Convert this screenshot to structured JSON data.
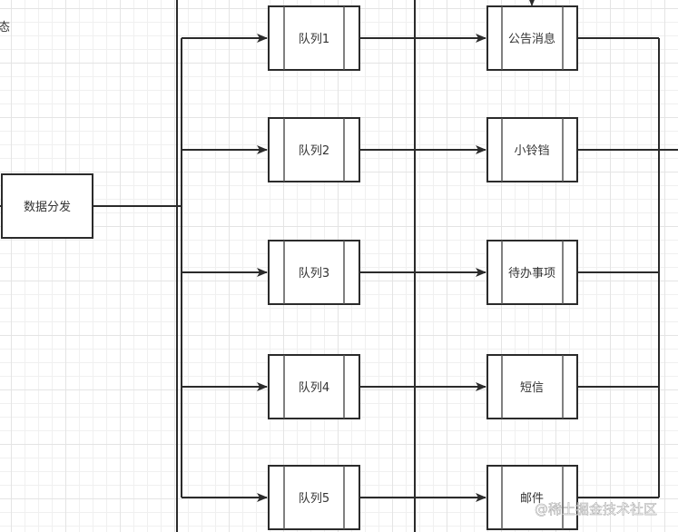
{
  "diagram": {
    "partial_label": "态",
    "dispatcher": {
      "label": "数据分发"
    },
    "queues": [
      {
        "label": "队列1"
      },
      {
        "label": "队列2"
      },
      {
        "label": "队列3"
      },
      {
        "label": "队列4"
      },
      {
        "label": "队列5"
      }
    ],
    "consumers": [
      {
        "label": "公告消息"
      },
      {
        "label": "小铃铛"
      },
      {
        "label": "待办事项"
      },
      {
        "label": "短信"
      },
      {
        "label": "邮件"
      }
    ],
    "watermark": "@稀土掘金技术社区",
    "colors": {
      "stroke": "#2b2b2b",
      "node_fill": "#ffffff",
      "inner_line": "#555555"
    }
  }
}
